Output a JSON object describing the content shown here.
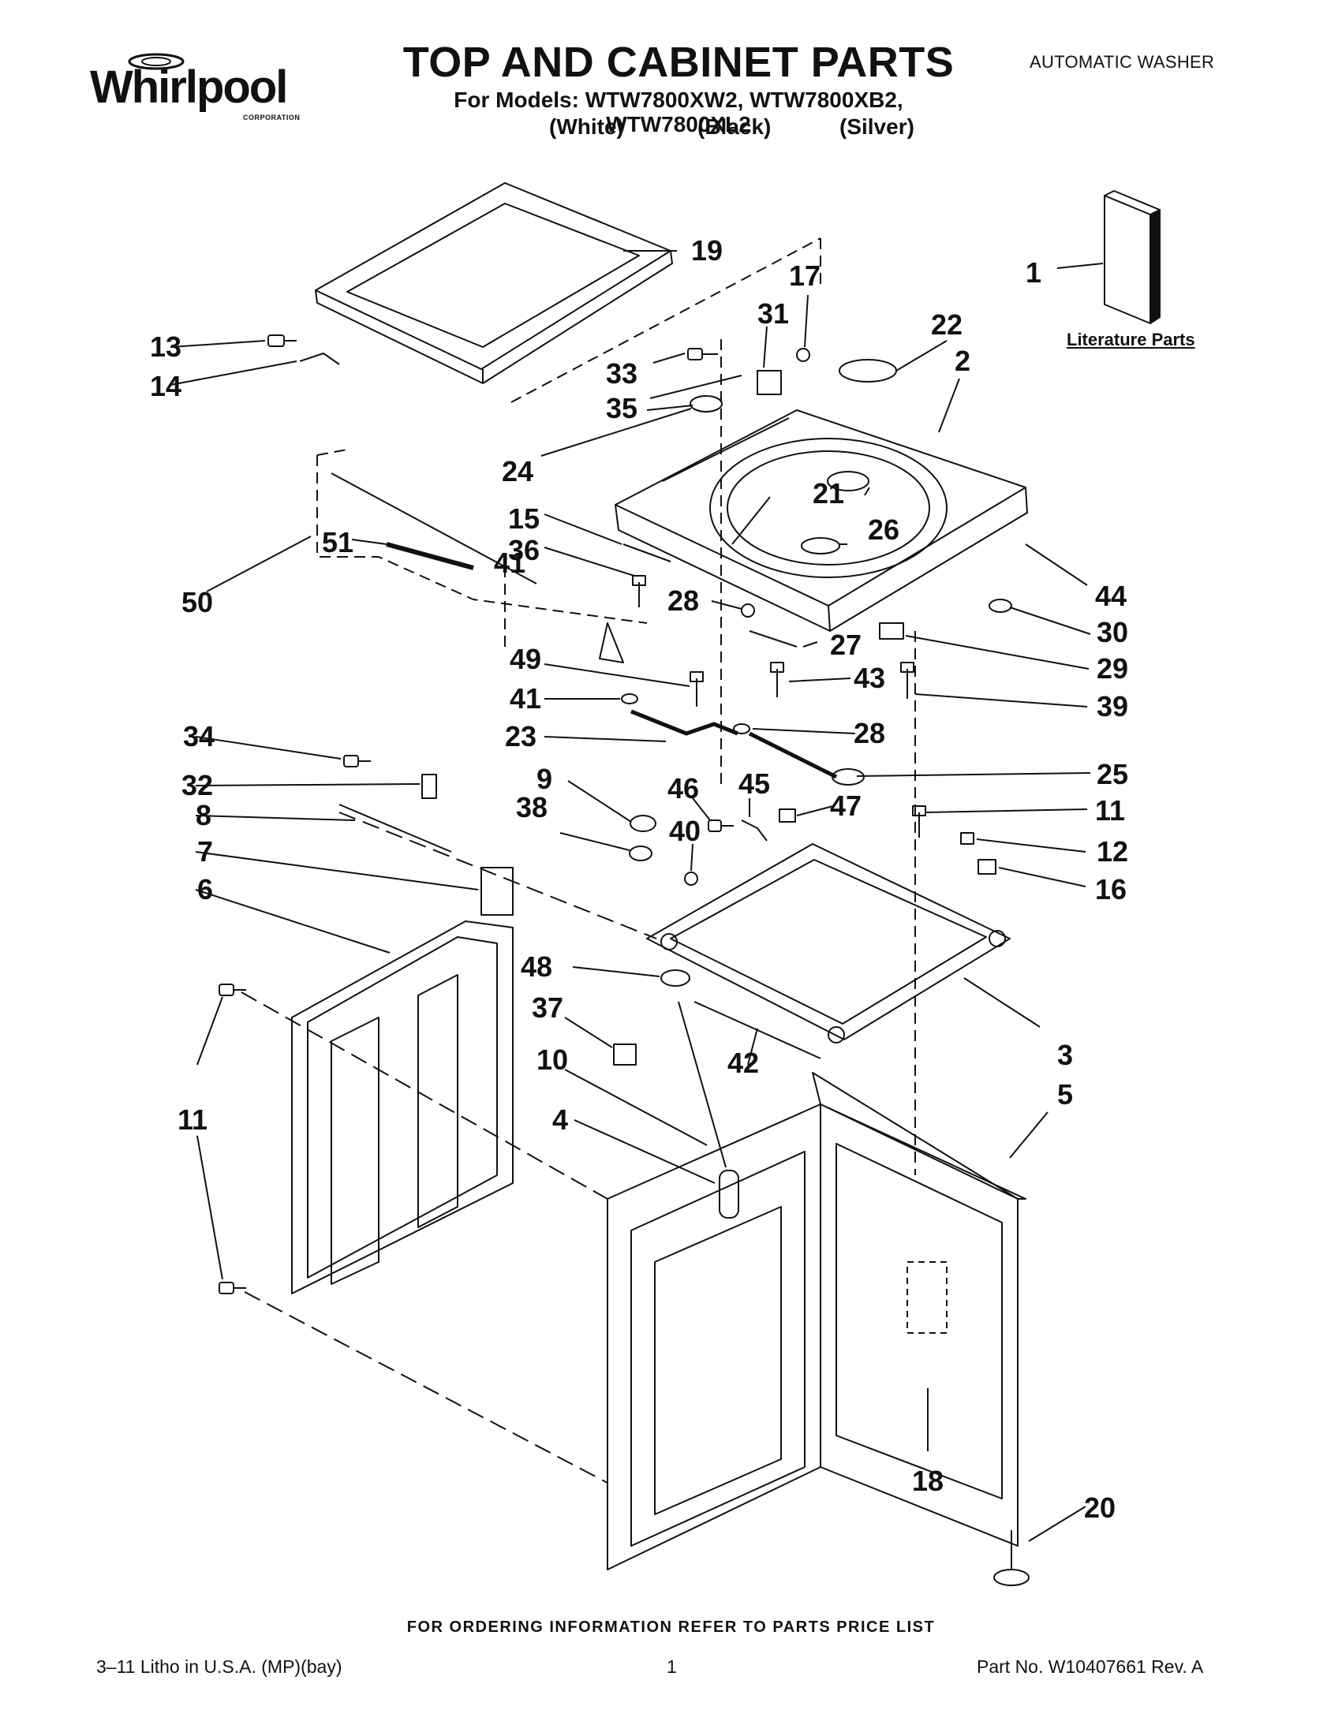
{
  "header": {
    "logo_text": "Whirlpool",
    "logo_sub": "CORPORATION",
    "title": "TOP AND CABINET PARTS",
    "models": "For Models: WTW7800XW2, WTW7800XB2, WTW7800XL2",
    "colors": [
      "(White)",
      "(Black)",
      "(Silver)"
    ],
    "appliance_type": "AUTOMATIC WASHER"
  },
  "literature_label": "Literature Parts",
  "callouts": [
    "1",
    "2",
    "3",
    "4",
    "5",
    "6",
    "7",
    "8",
    "9",
    "10",
    "11",
    "11",
    "12",
    "13",
    "14",
    "15",
    "16",
    "17",
    "18",
    "19",
    "20",
    "21",
    "22",
    "23",
    "24",
    "25",
    "26",
    "27",
    "28",
    "28",
    "29",
    "30",
    "31",
    "32",
    "33",
    "34",
    "35",
    "36",
    "37",
    "38",
    "39",
    "40",
    "41",
    "41",
    "42",
    "43",
    "44",
    "45",
    "46",
    "47",
    "48",
    "49",
    "50",
    "51"
  ],
  "footer": {
    "note": "FOR ORDERING INFORMATION REFER TO PARTS PRICE LIST",
    "left": "3–11 Litho in U.S.A. (MP)(bay)",
    "page": "1",
    "right": "Part No. W10407661 Rev. A"
  }
}
